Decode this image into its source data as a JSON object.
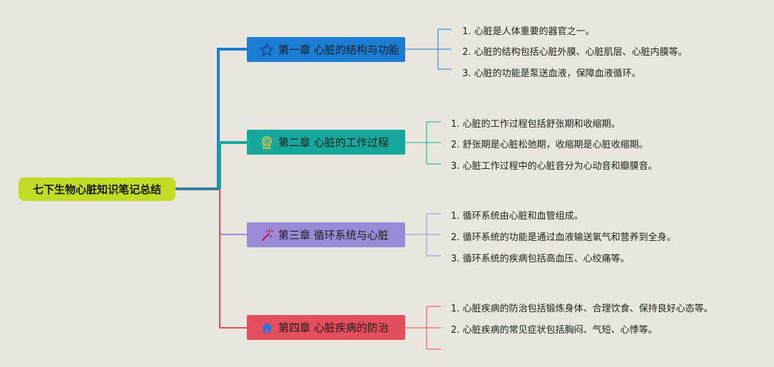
{
  "root": {
    "label": "七下生物心脏知识笔记总结"
  },
  "colors": {
    "background": "#e9e6dd",
    "root": "#c2dc25",
    "chapter1": "#1b7ed3",
    "chapter2": "#16a89c",
    "chapter3": "#9b8ad7",
    "chapter4": "#e34f5f"
  },
  "chapters": [
    {
      "title": "第一章 心脏的结构与功能",
      "icon": "star-icon",
      "items": [
        "1. 心脏是人体重要的器官之一。",
        "2. 心脏的结构包括心脏外膜、心脏肌层、心脏内膜等。",
        "3. 心脏的功能是泵送血液，保障血液循环。"
      ]
    },
    {
      "title": "第二章 心脏的工作过程",
      "icon": "award-badge-icon",
      "items": [
        "1. 心脏的工作过程包括舒张期和收缩期。",
        "2. 舒张期是心脏松弛期，收缩期是心脏收缩期。",
        "3. 心脏工作过程中的心脏音分为心动音和瓣膜音。"
      ]
    },
    {
      "title": "第三章 循环系统与心脏",
      "icon": "magic-wand-icon",
      "items": [
        "1. 循环系统由心脏和血管组成。",
        "2. 循环系统的功能是通过血液输送氧气和营养到全身。",
        "3. 循环系统的疾病包括高血压、心绞痛等。"
      ]
    },
    {
      "title": "第四章 心脏疾病的防治",
      "icon": "home-icon",
      "items": [
        "1. 心脏疾病的防治包括锻炼身体、合理饮食、保持良好心态等。",
        "2. 心脏疾病的常见症状包括胸闷、气短、心悸等。",
        ""
      ]
    }
  ]
}
